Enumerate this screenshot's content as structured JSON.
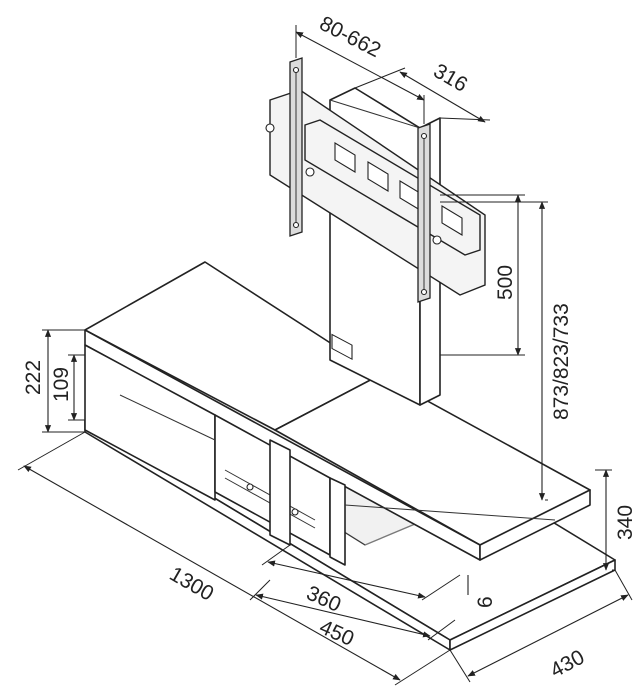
{
  "dimensions": {
    "arm_range": "80-662",
    "column_depth": "316",
    "bracket_height": "500",
    "total_heights": "873/823/733",
    "upper_height": "222",
    "lower_gap": "109",
    "unit_height": "340",
    "shelf_thickness": "6",
    "depth_360": "360",
    "depth_450": "450",
    "width": "1300",
    "depth_430": "430"
  },
  "colors": {
    "line": "#222222",
    "background": "#ffffff"
  }
}
